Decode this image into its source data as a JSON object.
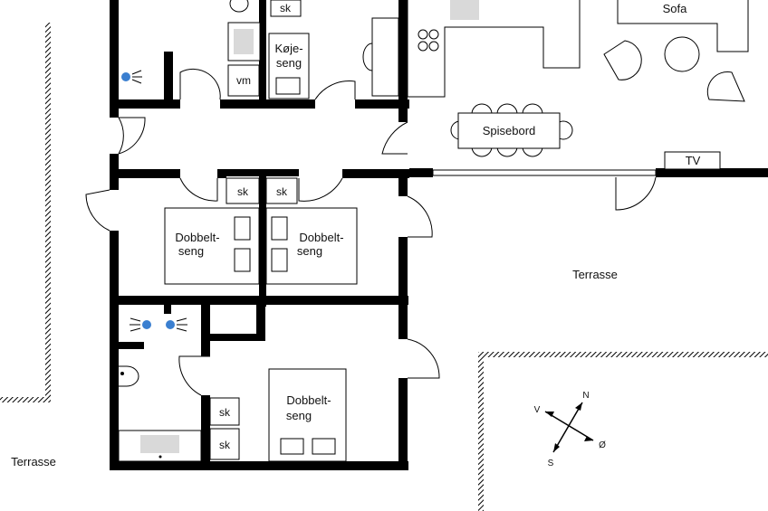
{
  "rooms": {
    "kitchen_sofa": "Sofa",
    "dining_table": "Spisebord",
    "tv": "TV",
    "bunk_bed_line1": "Køje-",
    "bunk_bed_line2": "seng",
    "washer": "vm",
    "closet": "sk",
    "double_bed_line1": "Dobbelt-",
    "double_bed_line2": "seng"
  },
  "outdoor": {
    "terrace_right": "Terrasse",
    "terrace_left": "Terrasse"
  },
  "compass": {
    "north": "N",
    "south": "S",
    "east": "Ø",
    "west": "V"
  },
  "colors": {
    "wall": "#000000",
    "fixture": "#d9d9d9",
    "shower": "#3a7fd0"
  }
}
